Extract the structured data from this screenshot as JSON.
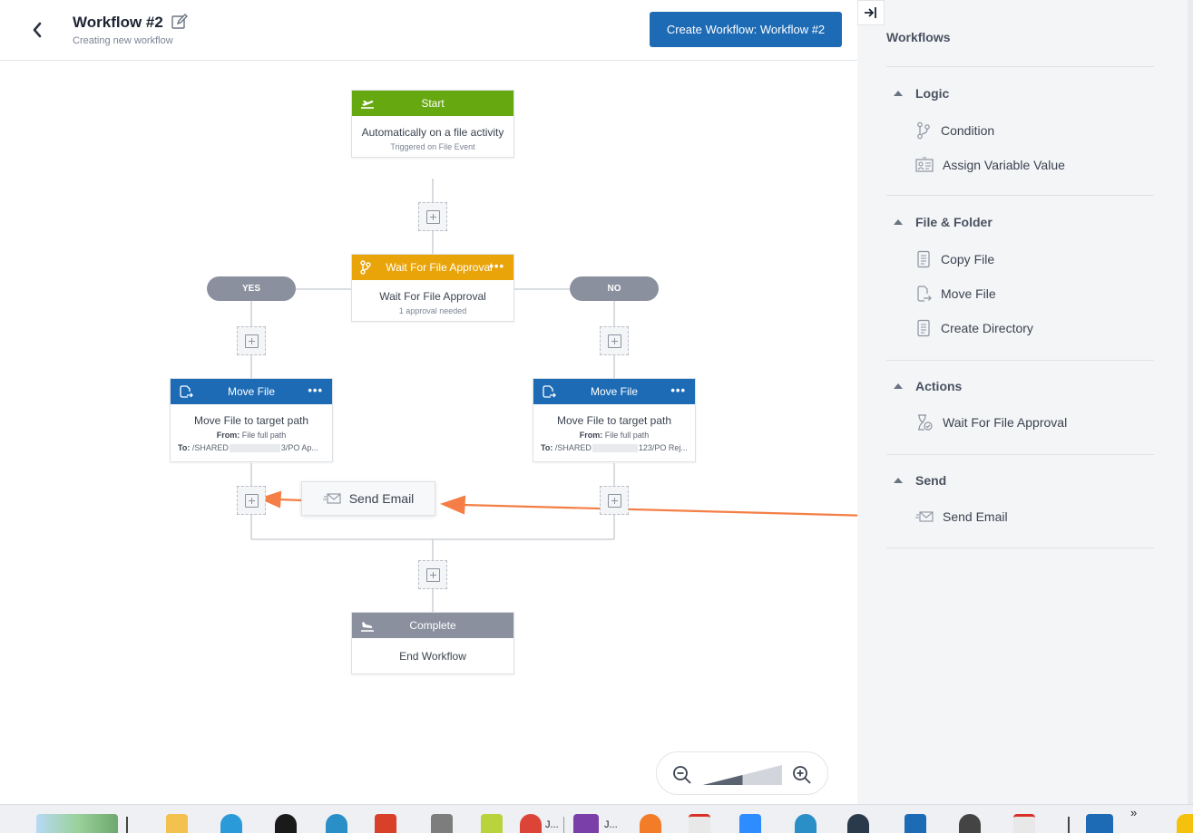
{
  "header": {
    "title": "Workflow #2",
    "subtitle": "Creating new workflow",
    "create_button": "Create Workflow: Workflow #2"
  },
  "nodes": {
    "start": {
      "title": "Start",
      "main": "Automatically on a file activity",
      "sub": "Triggered on File Event"
    },
    "approval": {
      "title": "Wait For File Approval",
      "main": "Wait For File Approval",
      "sub": "1 approval needed"
    },
    "move_left": {
      "title": "Move File",
      "main": "Move File to target path",
      "from_label": "From:",
      "from_value": "File full path",
      "to_label": "To:",
      "to_prefix": "/SHARED",
      "to_suffix": "3/PO Ap..."
    },
    "move_right": {
      "title": "Move File",
      "main": "Move File to target path",
      "from_label": "From:",
      "from_value": "File full path",
      "to_label": "To:",
      "to_prefix": "/SHARED",
      "to_suffix": "123/PO Rej..."
    },
    "complete": {
      "title": "Complete",
      "main": "End Workflow"
    }
  },
  "branches": {
    "yes": "YES",
    "no": "NO"
  },
  "drag_ghost": {
    "label": "Send Email"
  },
  "panel": {
    "title": "Workflows",
    "sections": [
      {
        "name": "Logic",
        "items": [
          {
            "label": "Condition",
            "icon": "condition-icon"
          },
          {
            "label": "Assign Variable Value",
            "icon": "assign-variable-icon"
          }
        ]
      },
      {
        "name": "File & Folder",
        "items": [
          {
            "label": "Copy File",
            "icon": "copy-file-icon"
          },
          {
            "label": "Move File",
            "icon": "move-file-icon"
          },
          {
            "label": "Create Directory",
            "icon": "create-directory-icon"
          }
        ]
      },
      {
        "name": "Actions",
        "items": [
          {
            "label": "Wait For File Approval",
            "icon": "approval-icon"
          }
        ]
      },
      {
        "name": "Send",
        "items": [
          {
            "label": "Send Email",
            "icon": "email-icon"
          }
        ]
      }
    ]
  },
  "zoom": {
    "level": 0.5
  },
  "taskbar": {
    "label1": "J...",
    "label2": "J..."
  },
  "colors": {
    "start": "#66a80f",
    "approval": "#e9a40a",
    "move": "#1d6bb5",
    "complete": "#8a909e",
    "arrow": "#f47e45",
    "primary": "#1d6bb5"
  }
}
